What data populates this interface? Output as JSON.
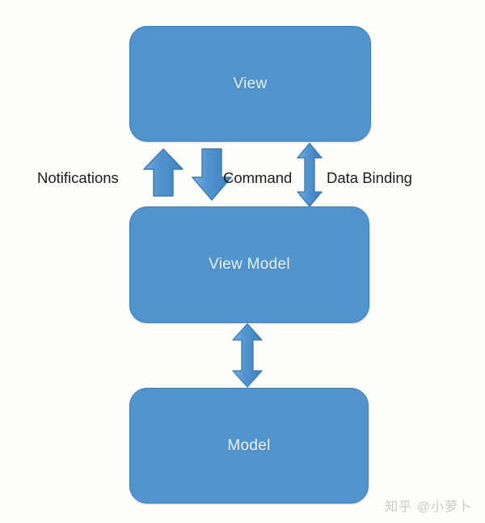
{
  "diagram": {
    "title": "MVVM pattern diagram",
    "colors": {
      "node_fill": "#5193cd",
      "node_border": "#3f7fb8",
      "node_text": "#eaf3fb",
      "arrow_fill": "#4f93cf",
      "arrow_border": "#3a7ab2",
      "label_text": "#1c1c1c",
      "background": "#fdfdfb",
      "watermark_text": "#c9c9c9"
    },
    "nodes": [
      {
        "id": "view",
        "label": "View"
      },
      {
        "id": "view-model",
        "label": "View Model"
      },
      {
        "id": "model",
        "label": "Model"
      }
    ],
    "edges": [
      {
        "id": "notifications",
        "label": "Notifications",
        "from": "view-model",
        "to": "view",
        "direction": "up",
        "style": "block-arrow"
      },
      {
        "id": "command",
        "label": "Command",
        "from": "view",
        "to": "view-model",
        "direction": "down",
        "style": "block-arrow"
      },
      {
        "id": "data-binding",
        "label": "Data Binding",
        "from": "view",
        "to": "view-model",
        "direction": "both",
        "style": "thin-double-arrow"
      },
      {
        "id": "model-link",
        "label": "",
        "from": "view-model",
        "to": "model",
        "direction": "both",
        "style": "thin-double-arrow"
      }
    ]
  },
  "watermark": {
    "text": "知乎 @小萝卜"
  }
}
